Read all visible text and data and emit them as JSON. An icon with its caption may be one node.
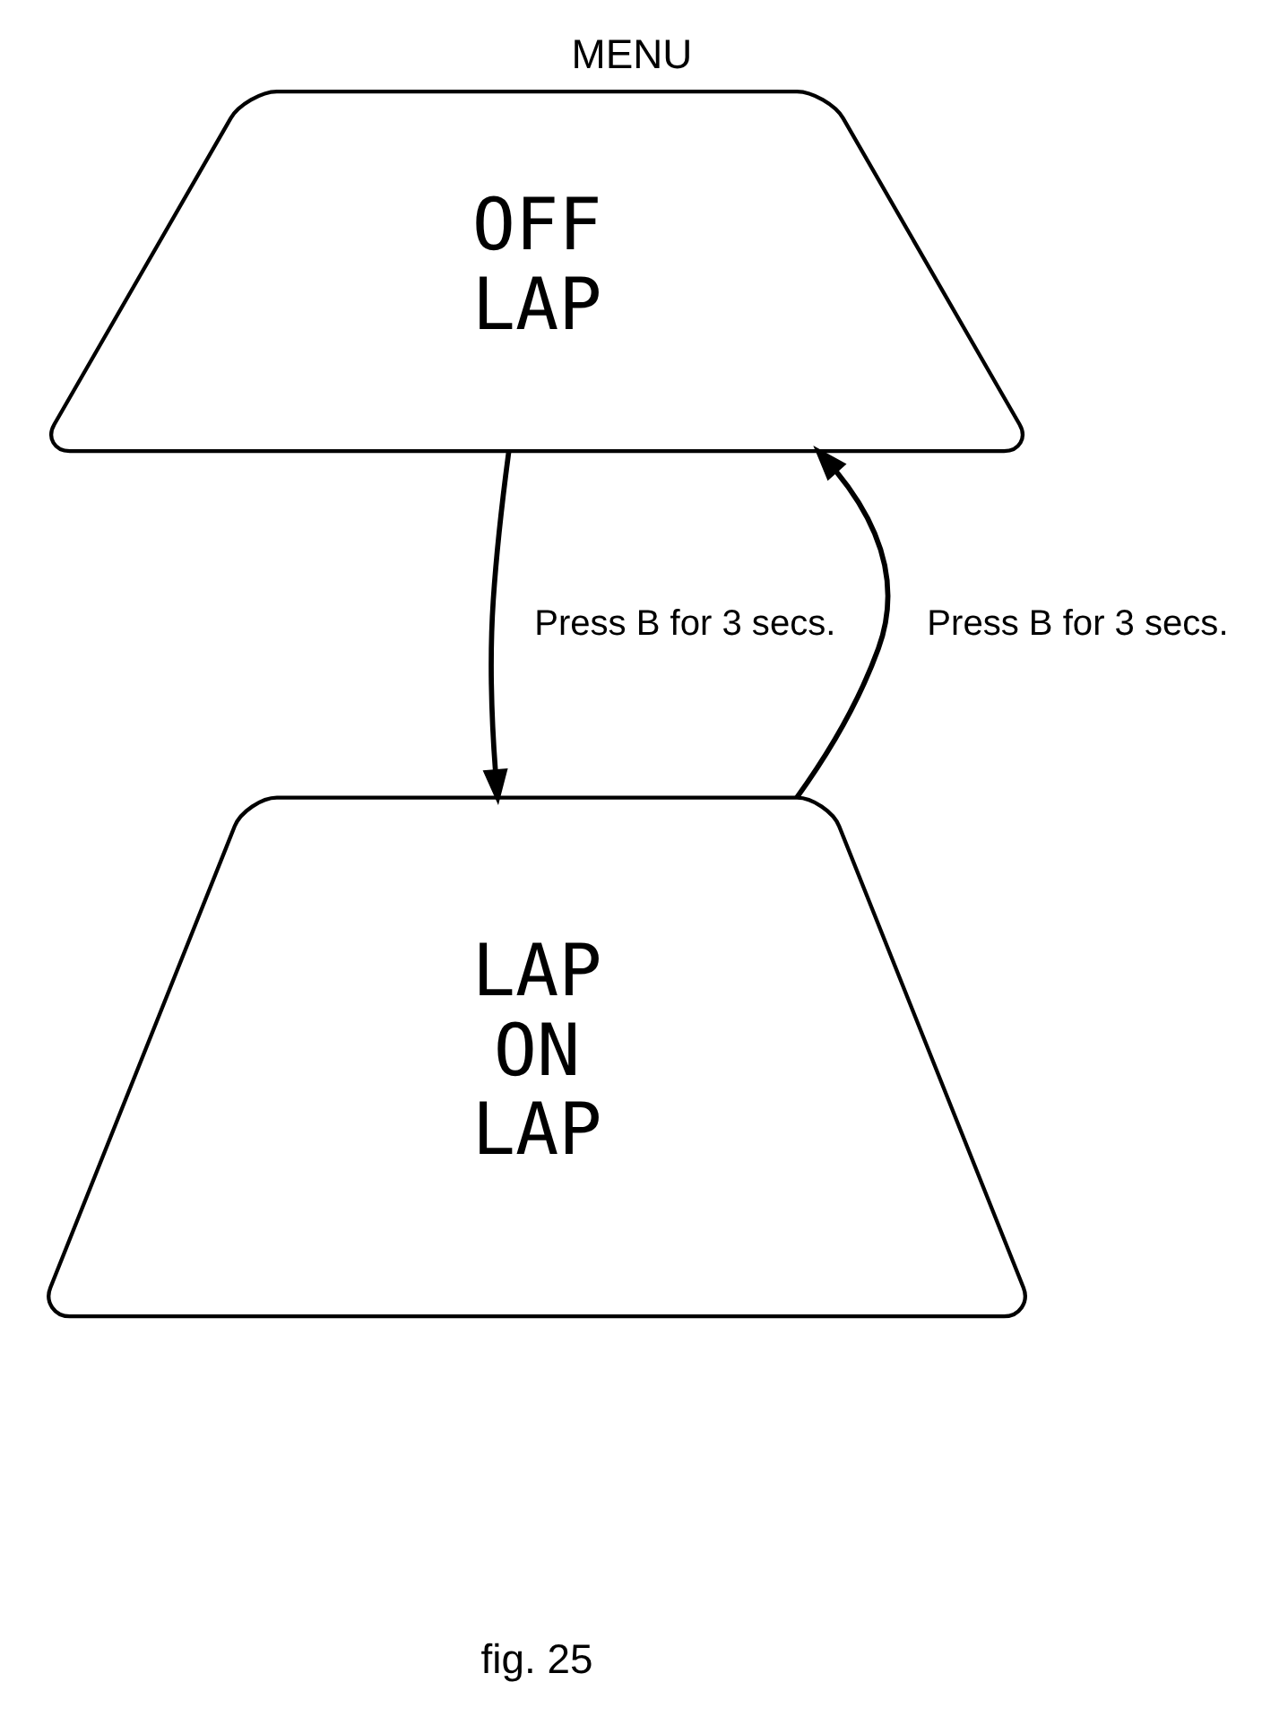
{
  "diagram": {
    "title": "MENU",
    "caption": "fig. 25",
    "nodes": [
      {
        "text": [
          "OFF",
          "LAP"
        ]
      },
      {
        "text": [
          "LAP",
          "ON",
          "LAP"
        ]
      }
    ],
    "edges": [
      {
        "from": 1,
        "to": 0,
        "arrow": "to",
        "label": "Press B for 3 secs."
      },
      {
        "from": 0,
        "to": 1,
        "arrow": "to",
        "label": "Press B for 3 secs."
      }
    ]
  }
}
